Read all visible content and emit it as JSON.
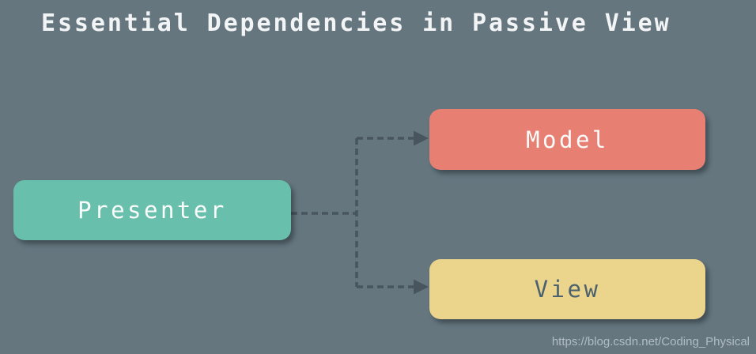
{
  "title": "Essential Dependencies in Passive View",
  "diagram": {
    "nodes": [
      {
        "id": "presenter",
        "label": "Presenter",
        "fill": "#68BFAB",
        "text_color": "#FAFBFB"
      },
      {
        "id": "model",
        "label": "Model",
        "fill": "#E87F73",
        "text_color": "#FAFBFB"
      },
      {
        "id": "view",
        "label": "View",
        "fill": "#EBD48C",
        "text_color": "#4B616D"
      }
    ],
    "edges": [
      {
        "from": "presenter",
        "to": "model",
        "style": "dashed",
        "arrow": "right"
      },
      {
        "from": "presenter",
        "to": "view",
        "style": "dashed",
        "arrow": "right"
      }
    ]
  },
  "colors": {
    "background": "#65767F",
    "presenter_fill": "#68BFAB",
    "model_fill": "#E87F73",
    "view_fill": "#EBD48C",
    "connector": "#48555E",
    "light_text": "#FAFBFB",
    "dark_text": "#4B616D",
    "title_text": "#F2F4F5",
    "watermark_text": "#BEC9CF"
  },
  "watermark": "https://blog.csdn.net/Coding_Physical"
}
